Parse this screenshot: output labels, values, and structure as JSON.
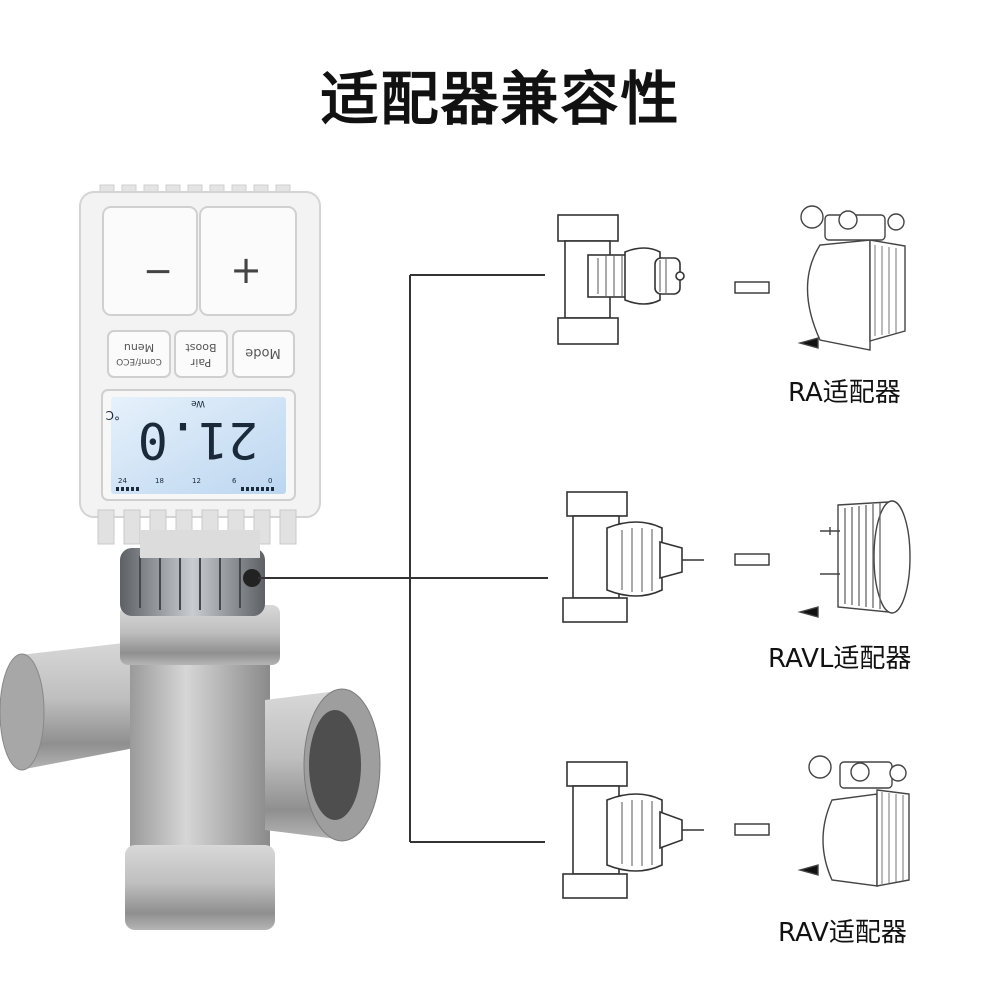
{
  "title": "适配器兼容性",
  "thermostat": {
    "buttons": {
      "minus": "−",
      "plus": "+",
      "menu_line1": "Comf/ECO",
      "menu_line2": "Menu",
      "pair_line1": "Pair",
      "pair_line2": "Boost",
      "mode": "Mode"
    },
    "display": {
      "temperature": "21.0",
      "scale_labels": [
        "24",
        "18",
        "12",
        "6",
        "0"
      ],
      "unit_symbol": "°C",
      "indicator": "We"
    },
    "colors": {
      "body": "#f2f2f2",
      "lcd": "#cfe4f7",
      "lcd_segments": "#1a2a3a",
      "ring": "#9aa0a6"
    }
  },
  "adapters": [
    {
      "label": "RA适配器",
      "icon": "ra-adapter-icon"
    },
    {
      "label": "RAVL适配器",
      "icon": "ravl-adapter-icon"
    },
    {
      "label": "RAV适配器",
      "icon": "rav-adapter-icon"
    }
  ]
}
